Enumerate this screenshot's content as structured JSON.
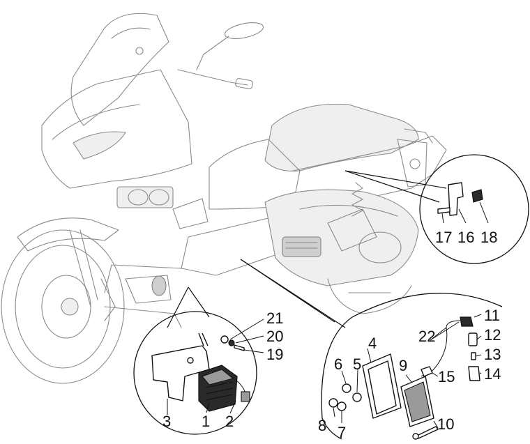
{
  "part_labels": {
    "p1": "1",
    "p2": "2",
    "p3": "3",
    "p4": "4",
    "p5": "5",
    "p6": "6",
    "p7": "7",
    "p8": "8",
    "p9": "9",
    "p10": "10",
    "p11": "11",
    "p12": "12",
    "p13": "13",
    "p14": "14",
    "p15": "15",
    "p16": "16",
    "p17": "17",
    "p18": "18",
    "p19": "19",
    "p20": "20",
    "p21": "21",
    "p22": "22"
  },
  "colors": {
    "ink": "#111111",
    "ghost": "#8a8a8a",
    "background": "#ffffff"
  }
}
